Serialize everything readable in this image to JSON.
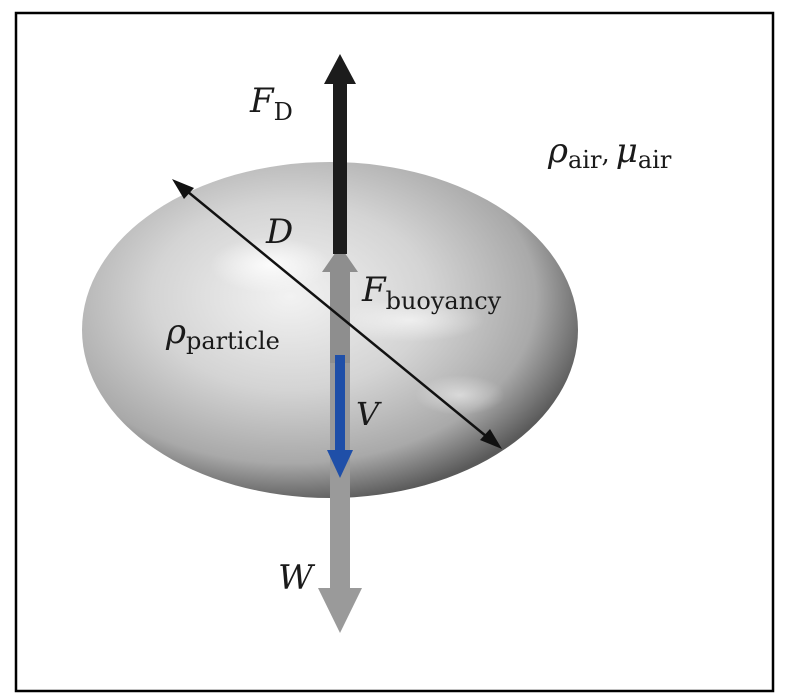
{
  "labels": {
    "drag_force": {
      "symbol": "F",
      "subscript": "D"
    },
    "fluid_properties": {
      "rho": "ρ",
      "rho_sub": "air",
      "separator": ",",
      "mu": "μ",
      "mu_sub": "air"
    },
    "diameter": {
      "symbol": "D"
    },
    "buoyancy": {
      "symbol": "F",
      "subscript": "buoyancy"
    },
    "particle_density": {
      "symbol": "ρ",
      "subscript": "particle"
    },
    "velocity": {
      "symbol": "V"
    },
    "weight": {
      "symbol": "W"
    }
  },
  "colors": {
    "sphere_light": "#f2f2f2",
    "sphere_mid": "#b9b9b9",
    "sphere_dark": "#5a5a5a",
    "drag_arrow": "#1c1c1c",
    "buoyancy_arrow": "#8e8e8e",
    "weight_arrow": "#9a9a9a",
    "velocity_arrow": "#1f4fa8",
    "diameter_line": "#111111",
    "frame": "#000000"
  }
}
